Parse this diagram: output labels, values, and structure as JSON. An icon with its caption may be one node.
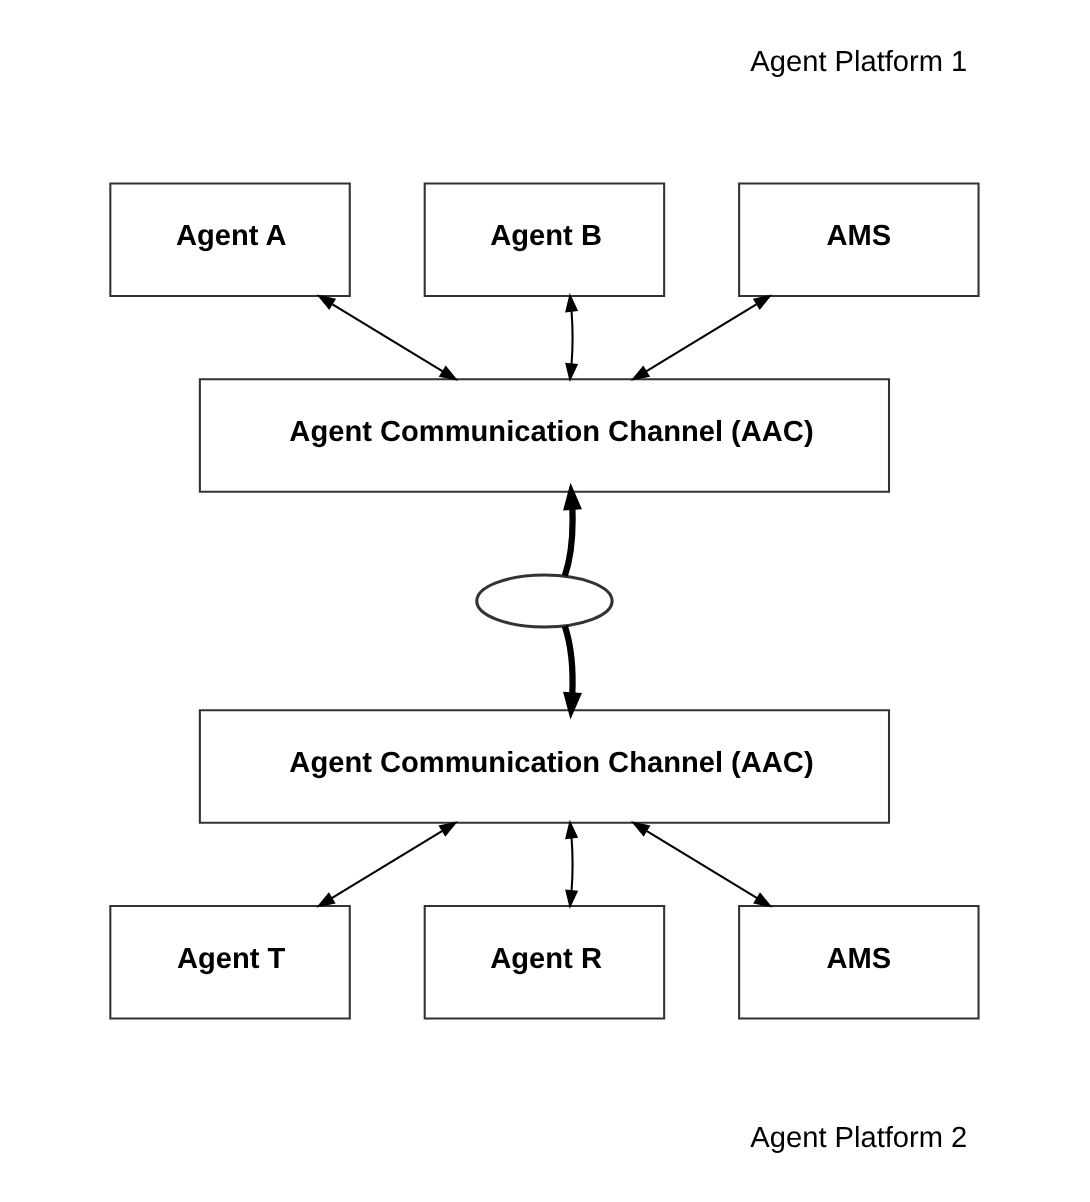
{
  "diagram": {
    "nodes": [
      {
        "text": [
          "Agent A"
        ]
      },
      {
        "text": [
          "Agent B"
        ]
      },
      {
        "text": [
          "AMS"
        ]
      },
      {
        "text": [
          "Agent Communication Channel (AAC)"
        ]
      },
      {
        "text": [],
        "shape": "cloud"
      },
      {
        "text": [
          "Agent Communication Channel (AAC)"
        ]
      },
      {
        "text": [
          "Agent T"
        ]
      },
      {
        "text": [
          "Agent R"
        ]
      },
      {
        "text": [
          "AMS"
        ]
      }
    ],
    "edges": [
      {
        "from": 0,
        "to": 3,
        "arrow": "both"
      },
      {
        "from": 1,
        "to": 3,
        "arrow": "both"
      },
      {
        "from": 2,
        "to": 3,
        "arrow": "both"
      },
      {
        "from": 4,
        "to": 3,
        "arrow": "to",
        "style": "thick"
      },
      {
        "from": 4,
        "to": 5,
        "arrow": "to",
        "style": "thick"
      },
      {
        "from": 5,
        "to": 6,
        "arrow": "both"
      },
      {
        "from": 5,
        "to": 7,
        "arrow": "both"
      },
      {
        "from": 5,
        "to": 8,
        "arrow": "both"
      }
    ],
    "labels": [
      "Agent Platform 1",
      "Agent Platform 2"
    ]
  }
}
